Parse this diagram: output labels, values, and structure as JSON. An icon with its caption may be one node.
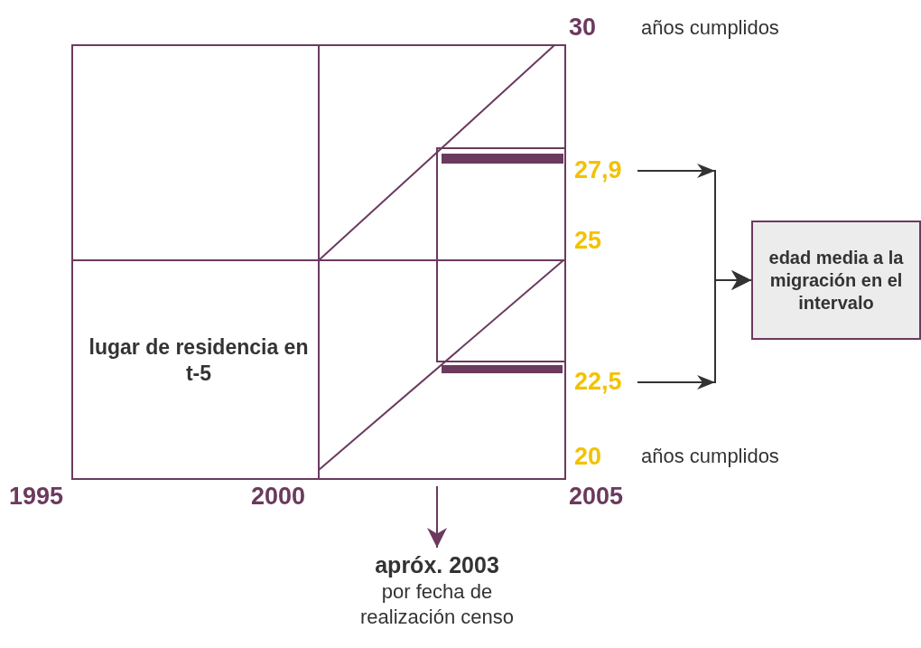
{
  "diagram": {
    "nodes": [
      {
        "text": [
          "27,9"
        ]
      },
      {
        "text": [
          "22,5"
        ]
      },
      {
        "text": [
          "edad media a la migración en el intervalo"
        ]
      },
      {
        "text": [
          "apróx. 2003",
          "por fecha de realización censo"
        ]
      }
    ],
    "edges": [
      {
        "from": 0,
        "to": 2,
        "arrow": "to"
      },
      {
        "from": 1,
        "to": 2,
        "arrow": "to"
      },
      {
        "from": null,
        "to": 3,
        "arrow": "to"
      }
    ],
    "labels": [
      "30",
      "años cumplidos",
      "25",
      "lugar de residencia en t-5",
      "20",
      "años cumplidos",
      "1995",
      "2000",
      "2005"
    ]
  }
}
